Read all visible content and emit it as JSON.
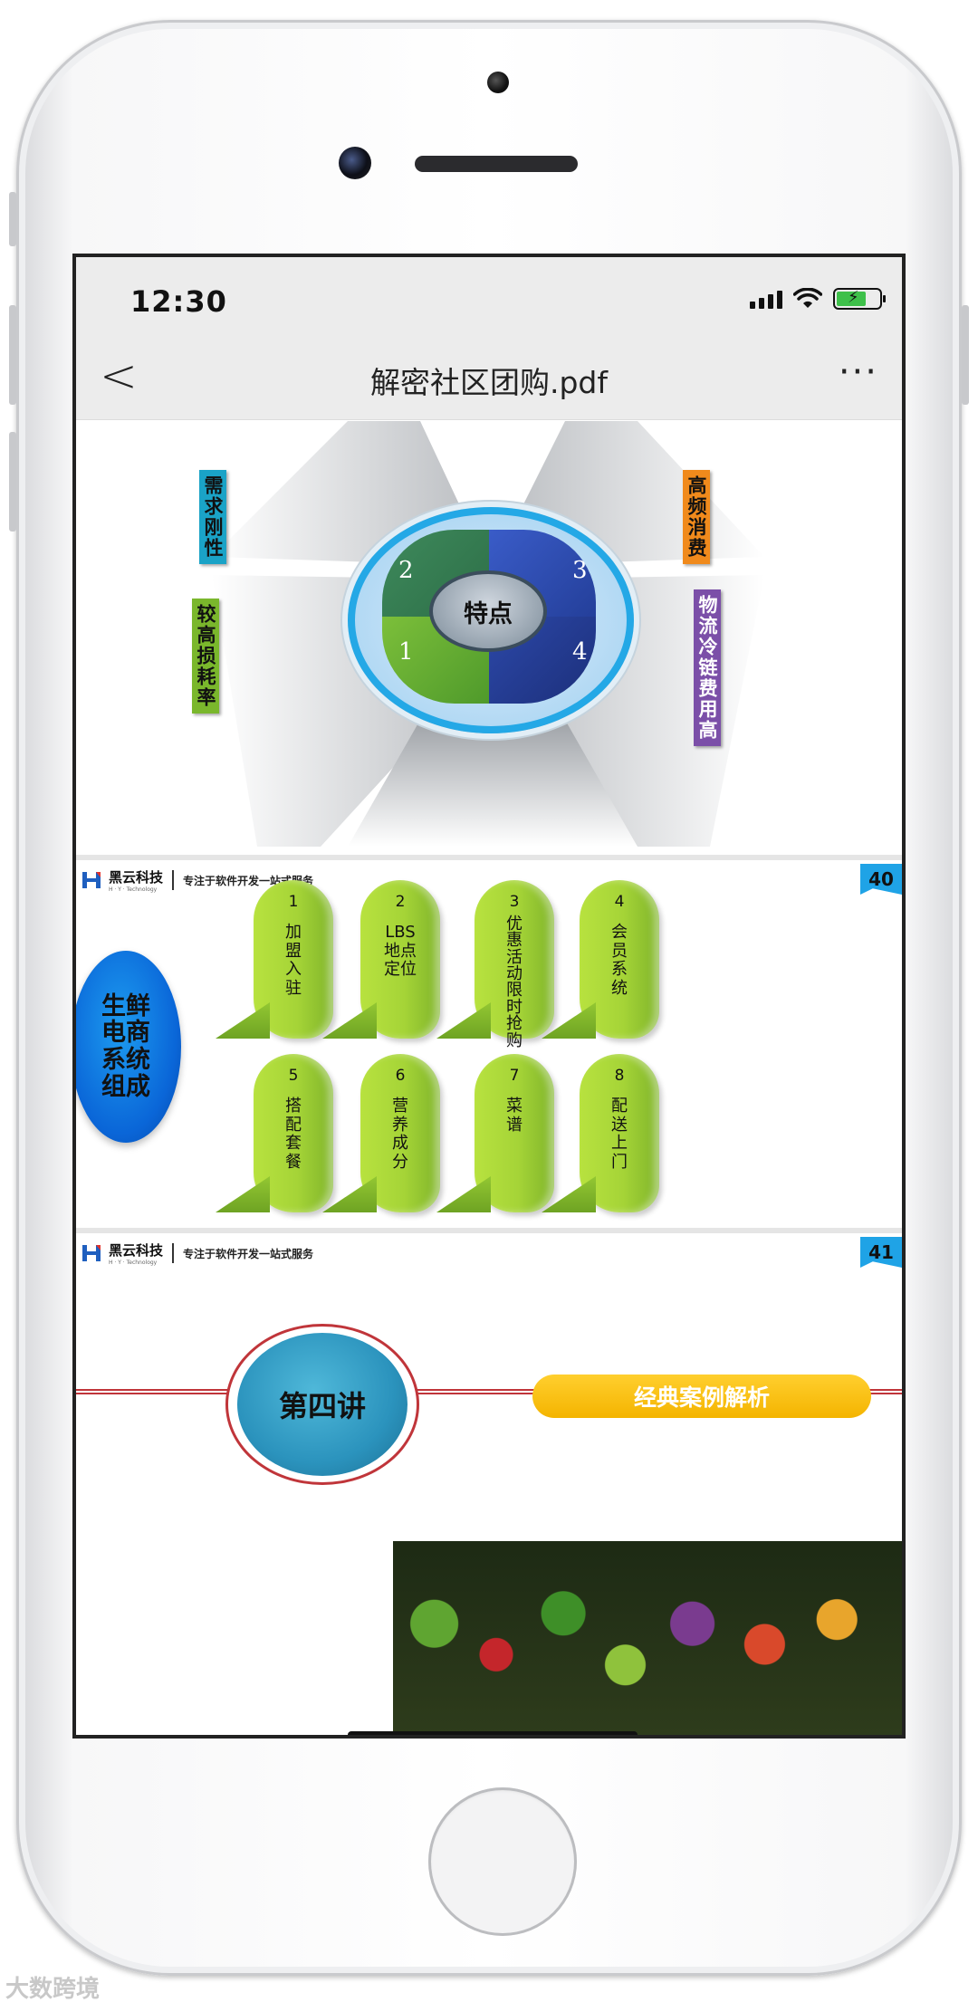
{
  "status": {
    "time": "12:30"
  },
  "nav": {
    "back": "<",
    "title": "解密社区团购.pdf",
    "more": "···"
  },
  "slide1": {
    "center": "特点",
    "tags": [
      {
        "text": "需求刚性",
        "color": "#1aa3c7"
      },
      {
        "text": "较高损耗率",
        "color": "#7ab72c"
      },
      {
        "text": "高频消费",
        "color": "#f08a1c"
      },
      {
        "text": "物流冷链费用高",
        "color": "#7b4fa8"
      }
    ],
    "quadrants": [
      "1",
      "2",
      "3",
      "4"
    ]
  },
  "slide2": {
    "brand": "黑云科技",
    "brand_sub": "H · Y · Technology",
    "slogan": "专注于软件开发一站式服务",
    "page_number": "40",
    "oval_text": "生鲜电商系统组成",
    "items": [
      {
        "num": "1",
        "label": "加盟入驻"
      },
      {
        "num": "2",
        "label": "LBS地点定位"
      },
      {
        "num": "3",
        "label": "优惠活动限时抢购"
      },
      {
        "num": "4",
        "label": "会员系统"
      },
      {
        "num": "5",
        "label": "搭配套餐"
      },
      {
        "num": "6",
        "label": "营养成分"
      },
      {
        "num": "7",
        "label": "菜　谱"
      },
      {
        "num": "8",
        "label": "配送上门"
      }
    ]
  },
  "slide3": {
    "brand": "黑云科技",
    "brand_sub": "H · Y · Technology",
    "slogan": "专注于软件开发一站式服务",
    "page_number": "41",
    "lecture": "第四讲",
    "banner": "经典案例解析"
  },
  "watermark": "大数跨境",
  "colors": {
    "accent_blue": "#1fa3e6",
    "pill_green": "#a5d437",
    "gold": "#f4b400",
    "red_line": "#c0353a"
  }
}
